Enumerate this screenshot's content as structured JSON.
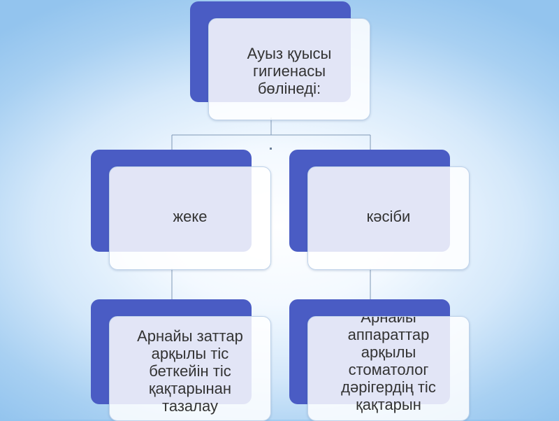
{
  "diagram": {
    "root": {
      "text": "Ауыз қуысы\nгигиенасы\nбөлінеді:"
    },
    "level1": [
      {
        "text": "жеке"
      },
      {
        "text": "кәсіби"
      }
    ],
    "level2": [
      {
        "text": "Арнайы заттар\nарқылы тіс\nбеткейін тіс\nқақтарынан\nтазалау"
      },
      {
        "text": "Арнайы\nаппараттар\nарқылы\nстоматолог\nдәрігердің тіс\nқақтарын"
      }
    ]
  },
  "colors": {
    "box_back": "#4a5cc4",
    "box_front": "#ffffff",
    "connector": "#7f98b5",
    "text": "#333333"
  }
}
